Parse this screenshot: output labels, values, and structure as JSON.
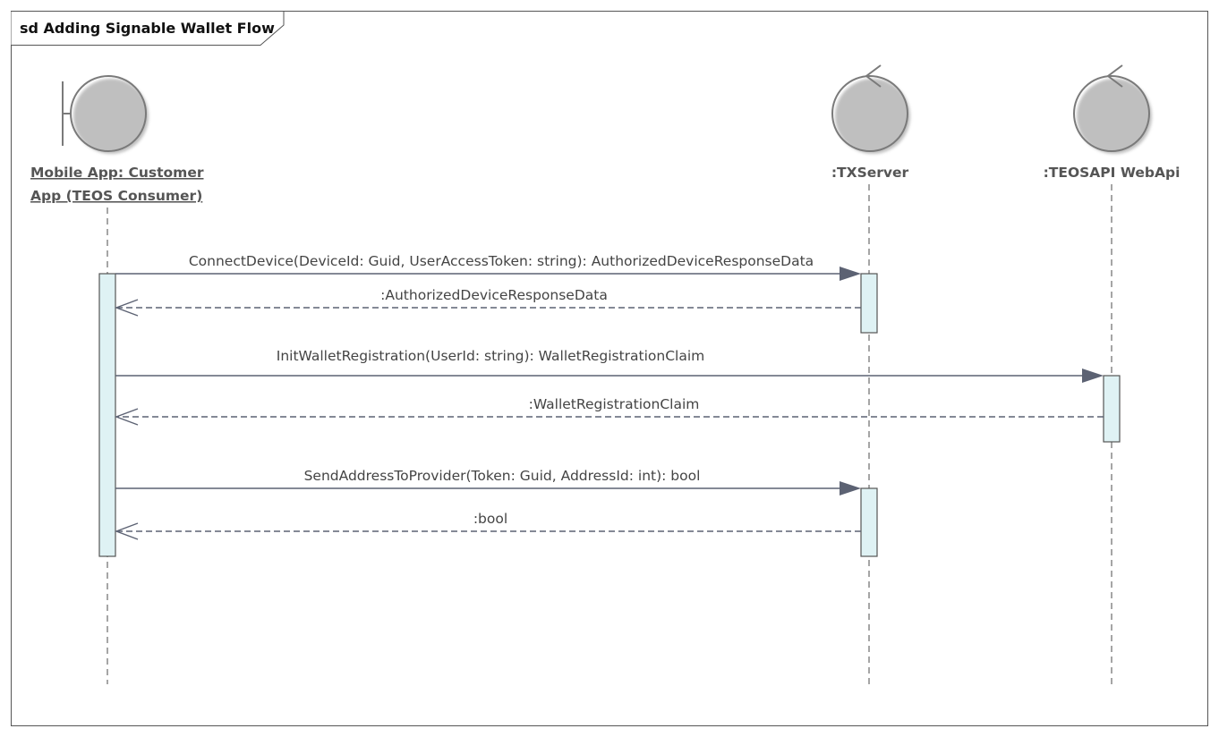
{
  "frame": {
    "title": "sd Adding Signable Wallet Flow"
  },
  "participants": [
    {
      "id": "mobile-app",
      "kind": "boundary",
      "label_line1": "Mobile App: Customer",
      "label_line2": "App (TEOS Consumer)"
    },
    {
      "id": "txserver",
      "kind": "control",
      "label": ":TXServer"
    },
    {
      "id": "teosapi",
      "kind": "control",
      "label": ":TEOSAPI WebApi"
    }
  ],
  "messages": [
    {
      "type": "sync",
      "from": "mobile-app",
      "to": "txserver",
      "label": "ConnectDevice(DeviceId: Guid, UserAccessToken: string): AuthorizedDeviceResponseData"
    },
    {
      "type": "return",
      "from": "txserver",
      "to": "mobile-app",
      "label": ":AuthorizedDeviceResponseData"
    },
    {
      "type": "sync",
      "from": "mobile-app",
      "to": "teosapi",
      "label": "InitWalletRegistration(UserId: string): WalletRegistrationClaim"
    },
    {
      "type": "return",
      "from": "teosapi",
      "to": "mobile-app",
      "label": ":WalletRegistrationClaim"
    },
    {
      "type": "sync",
      "from": "mobile-app",
      "to": "txserver",
      "label": "SendAddressToProvider(Token: Guid, AddressId: int): bool"
    },
    {
      "type": "return",
      "from": "txserver",
      "to": "mobile-app",
      "label": ":bool"
    }
  ],
  "colors": {
    "actor_fill": "#d3eff1",
    "activation_fill": "#dff2f4",
    "message_line": "#5c6273"
  }
}
